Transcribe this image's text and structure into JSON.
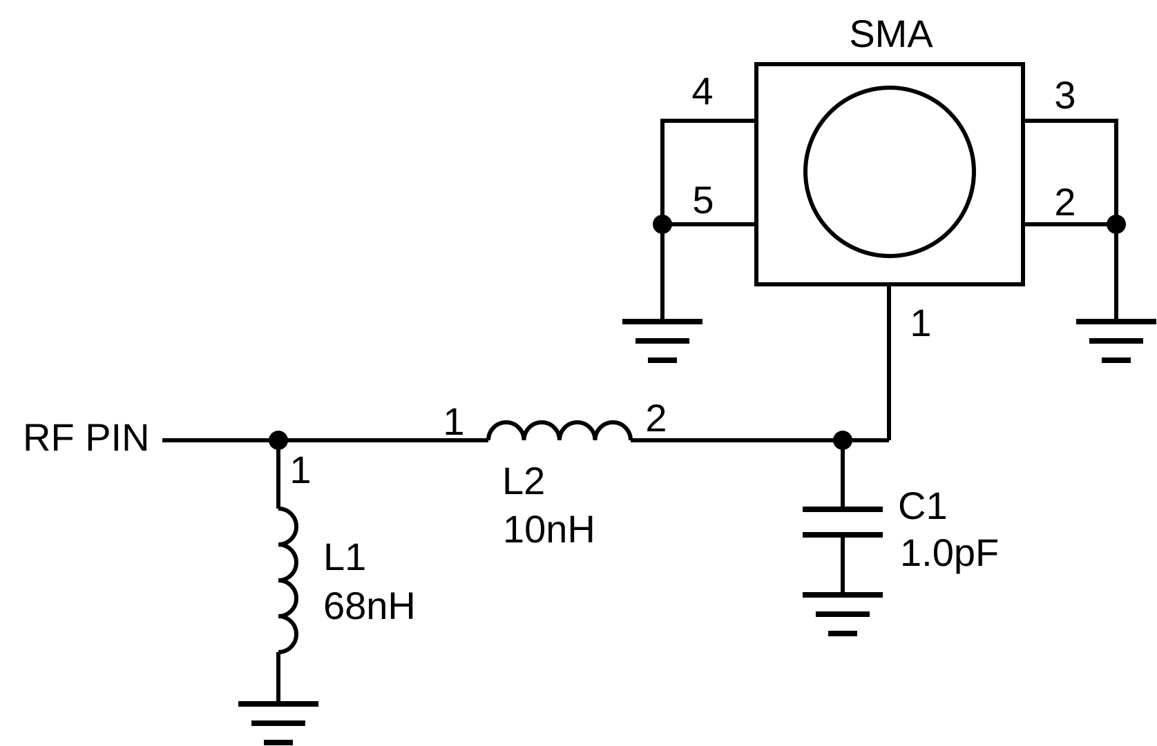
{
  "diagram": {
    "type": "circuit-schematic",
    "description": "SMA connector RF matching network schematic",
    "line_color": "#000000",
    "background_color": "#ffffff"
  },
  "net": {
    "input_label": "RF PIN"
  },
  "connector": {
    "ref_label": "SMA",
    "pin1": "1",
    "pin2": "2",
    "pin3": "3",
    "pin4": "4",
    "pin5": "5"
  },
  "components": {
    "l1": {
      "ref": "L1",
      "value": "68nH",
      "pin1": "1"
    },
    "l2": {
      "ref": "L2",
      "value": "10nH",
      "pin1": "1",
      "pin2": "2"
    },
    "c1": {
      "ref": "C1",
      "value": "1.0pF"
    }
  }
}
